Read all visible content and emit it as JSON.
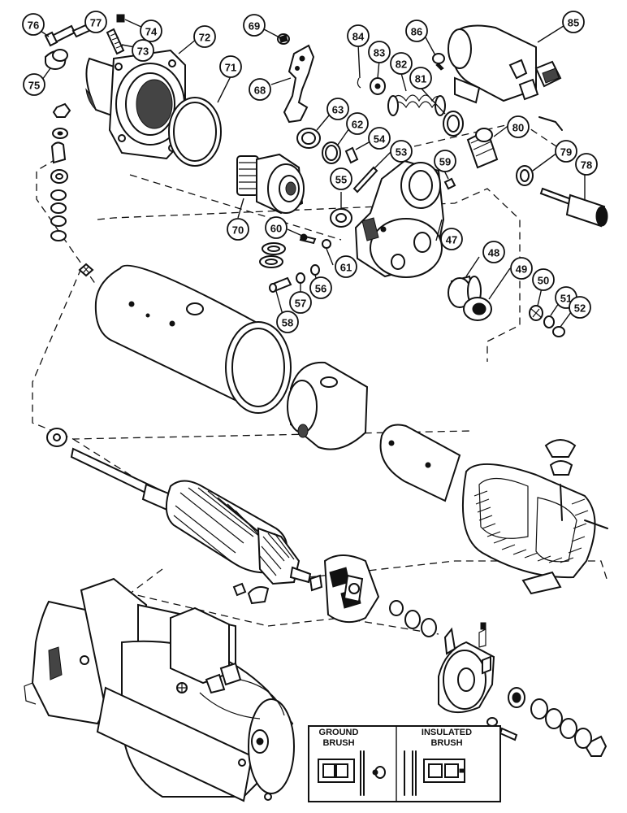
{
  "callouts": [
    {
      "id": "76",
      "label": "76"
    },
    {
      "id": "77",
      "label": "77"
    },
    {
      "id": "74",
      "label": "74"
    },
    {
      "id": "73",
      "label": "73"
    },
    {
      "id": "75",
      "label": "75"
    },
    {
      "id": "72",
      "label": "72"
    },
    {
      "id": "71",
      "label": "71"
    },
    {
      "id": "69",
      "label": "69"
    },
    {
      "id": "68",
      "label": "68"
    },
    {
      "id": "84",
      "label": "84"
    },
    {
      "id": "83",
      "label": "83"
    },
    {
      "id": "82",
      "label": "82"
    },
    {
      "id": "81",
      "label": "81"
    },
    {
      "id": "86",
      "label": "86"
    },
    {
      "id": "85",
      "label": "85"
    },
    {
      "id": "80",
      "label": "80"
    },
    {
      "id": "79",
      "label": "79"
    },
    {
      "id": "78",
      "label": "78"
    },
    {
      "id": "63",
      "label": "63"
    },
    {
      "id": "62",
      "label": "62"
    },
    {
      "id": "54",
      "label": "54"
    },
    {
      "id": "53",
      "label": "53"
    },
    {
      "id": "59",
      "label": "59"
    },
    {
      "id": "55",
      "label": "55"
    },
    {
      "id": "70",
      "label": "70"
    },
    {
      "id": "60",
      "label": "60"
    },
    {
      "id": "47",
      "label": "47"
    },
    {
      "id": "48",
      "label": "48"
    },
    {
      "id": "49",
      "label": "49"
    },
    {
      "id": "50",
      "label": "50"
    },
    {
      "id": "51",
      "label": "51"
    },
    {
      "id": "52",
      "label": "52"
    },
    {
      "id": "61",
      "label": "61"
    },
    {
      "id": "56",
      "label": "56"
    },
    {
      "id": "57",
      "label": "57"
    },
    {
      "id": "58",
      "label": "58"
    }
  ],
  "inset": {
    "ground_brush_line1": "GROUND",
    "ground_brush_line2": "BRUSH",
    "insulated_brush_line1": "INSULATED",
    "insulated_brush_line2": "BRUSH"
  }
}
